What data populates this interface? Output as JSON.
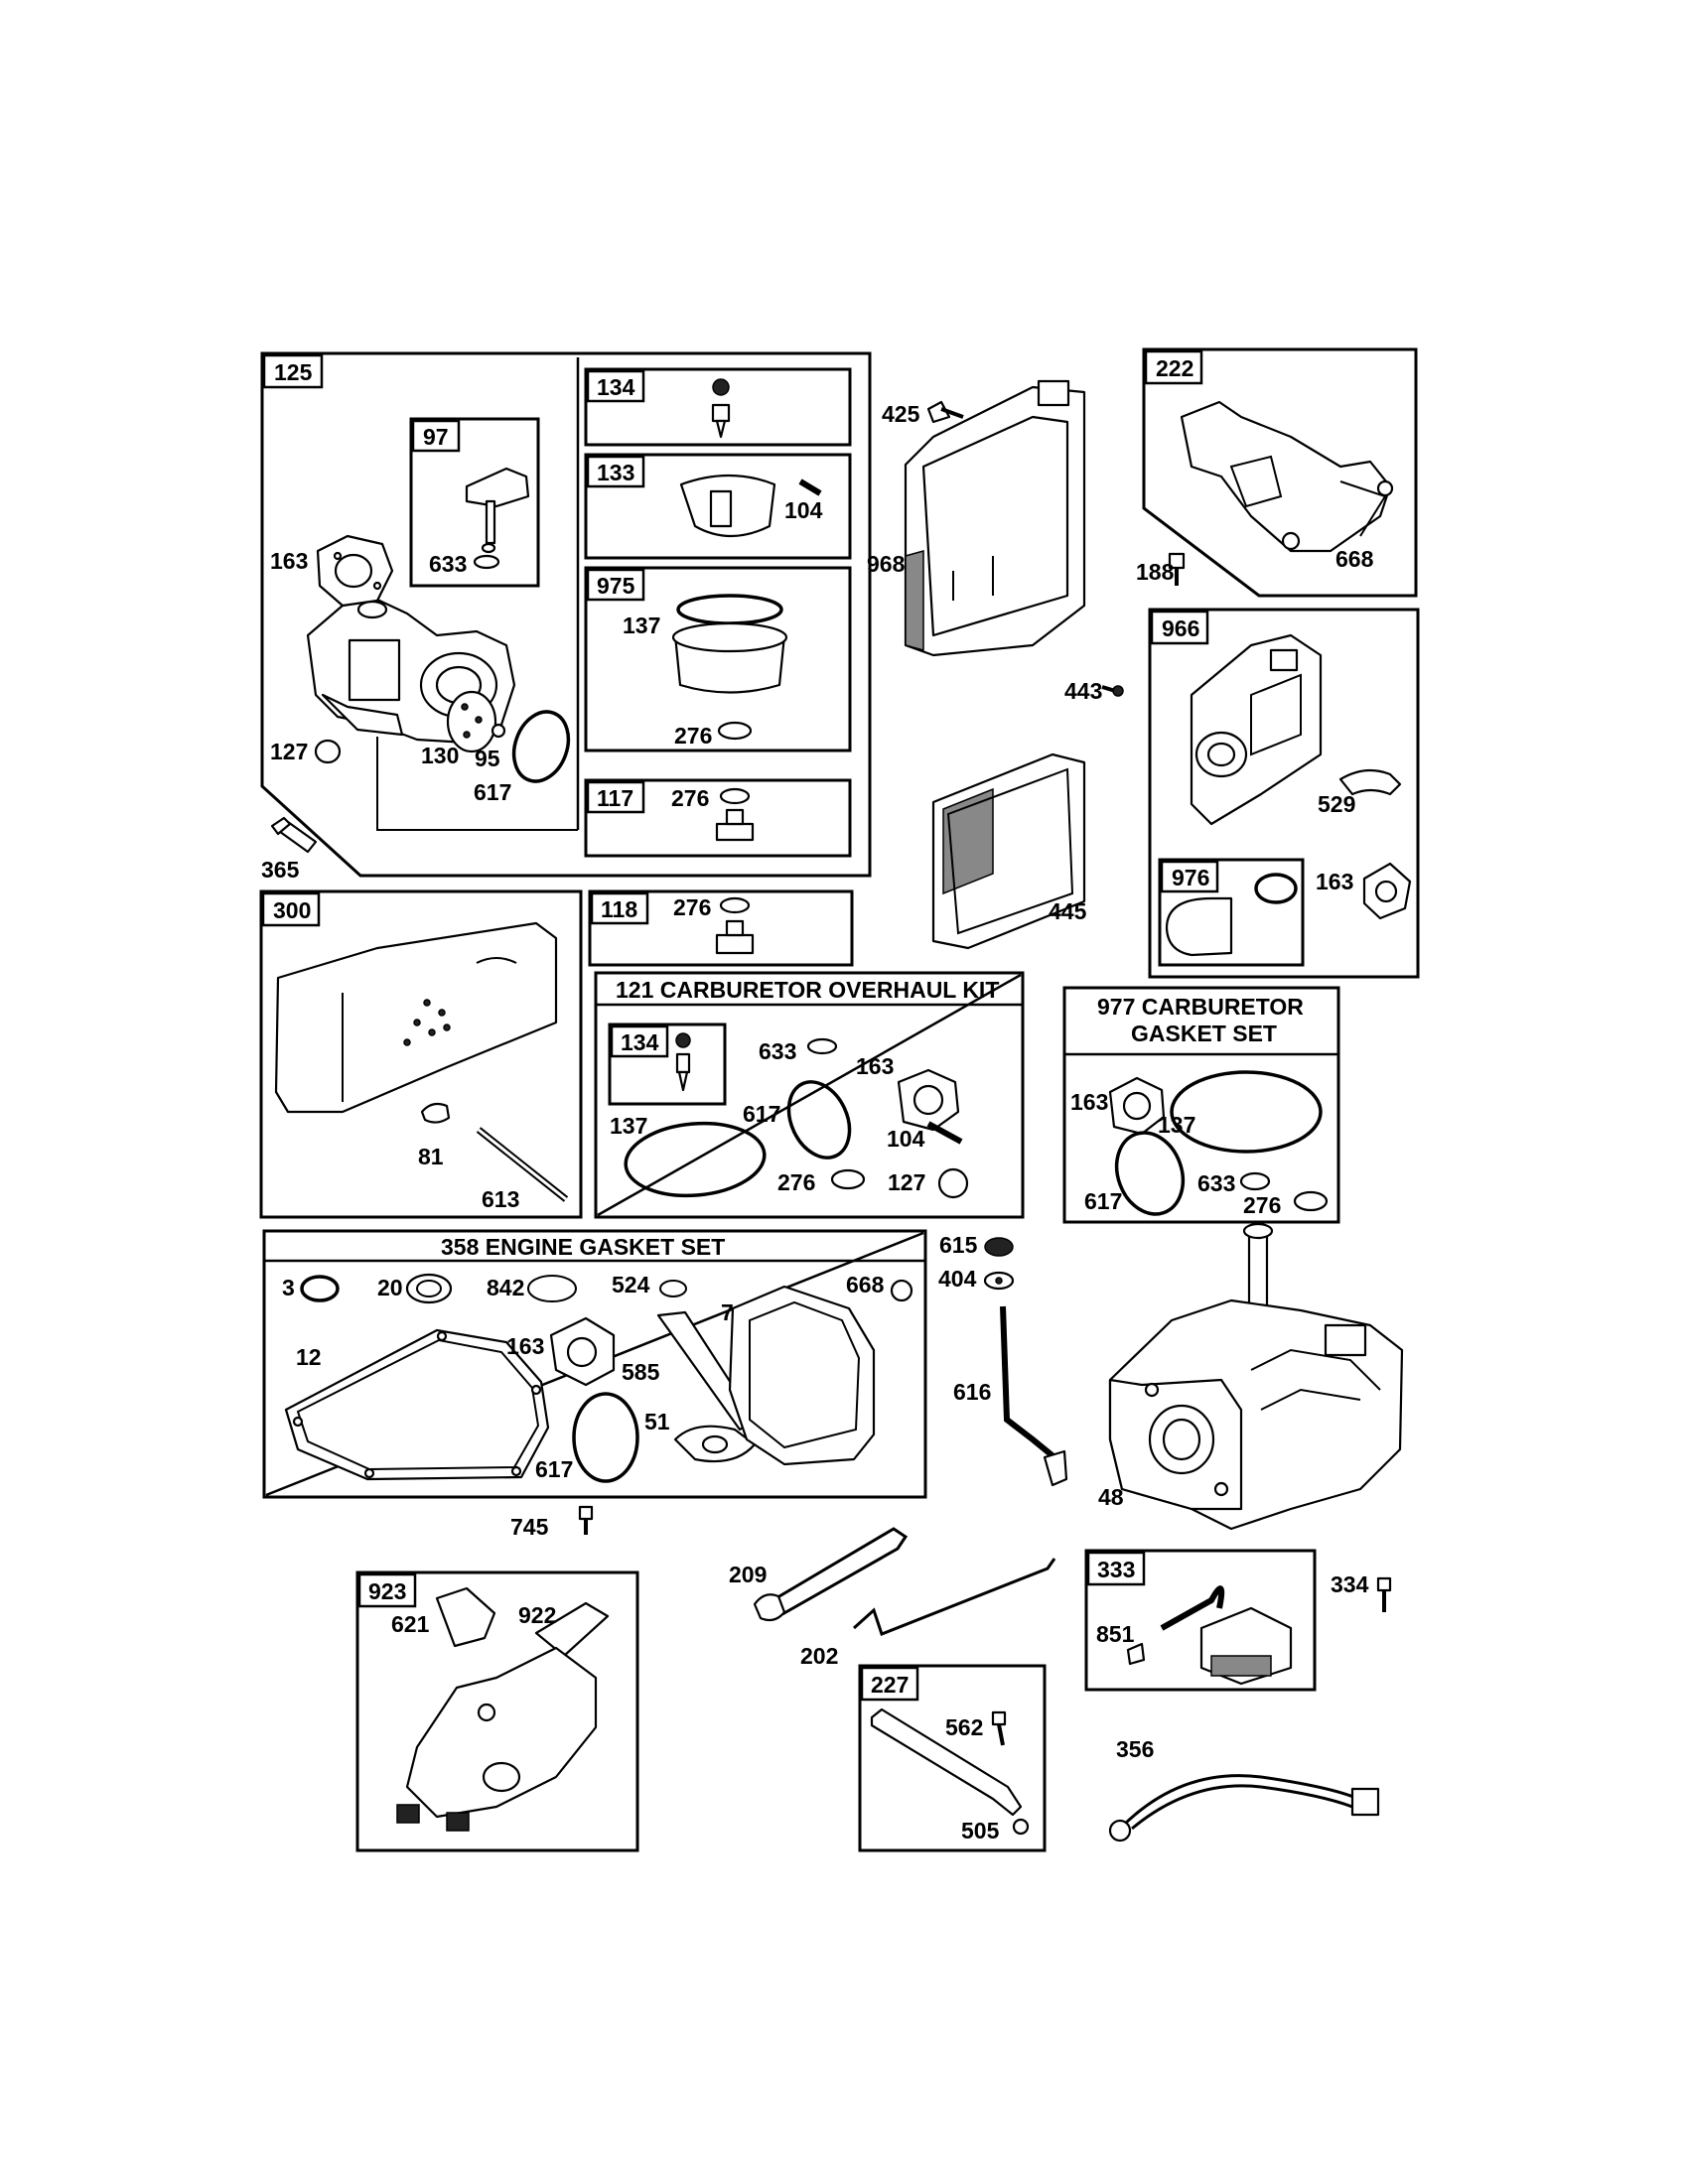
{
  "kits": {
    "carb_overhaul": "121 CARBURETOR OVERHAUL KIT",
    "carb_gasket_line1": "977 CARBURETOR",
    "carb_gasket_line2": "GASKET SET",
    "engine_gasket": "358 ENGINE GASKET SET"
  },
  "group_tags": {
    "g125": "125",
    "g97": "97",
    "g134a": "134",
    "g133": "133",
    "g975": "975",
    "g117": "117",
    "g118": "118",
    "g300": "300",
    "g134b": "134",
    "g222": "222",
    "g966": "966",
    "g976": "976",
    "g923": "923",
    "g333": "333",
    "g227": "227"
  },
  "callouts": {
    "c163a": "163",
    "c633a": "633",
    "c127a": "127",
    "c130": "130",
    "c95": "95",
    "c617a": "617",
    "c365": "365",
    "c104a": "104",
    "c137a": "137",
    "c276a": "276",
    "c276b": "276",
    "c276c": "276",
    "c425": "425",
    "c968": "968",
    "c443": "443",
    "c445": "445",
    "c188": "188",
    "c668a": "668",
    "c529": "529",
    "c163b": "163",
    "c81": "81",
    "c613": "613",
    "c633b": "633",
    "c163c": "163",
    "c617b": "617",
    "c137b": "137",
    "c104b": "104",
    "c276d": "276",
    "c127b": "127",
    "c163d": "163",
    "c137c": "137",
    "c617c": "617",
    "c633c": "633",
    "c276e": "276",
    "c3": "3",
    "c20": "20",
    "c842": "842",
    "c524": "524",
    "c7": "7",
    "c668b": "668",
    "c12": "12",
    "c163e": "163",
    "c585": "585",
    "c51": "51",
    "c617d": "617",
    "c615": "615",
    "c404": "404",
    "c616": "616",
    "c48": "48",
    "c745": "745",
    "c209": "209",
    "c202": "202",
    "c621": "621",
    "c922": "922",
    "c334": "334",
    "c851": "851",
    "c562": "562",
    "c505": "505",
    "c356": "356"
  }
}
